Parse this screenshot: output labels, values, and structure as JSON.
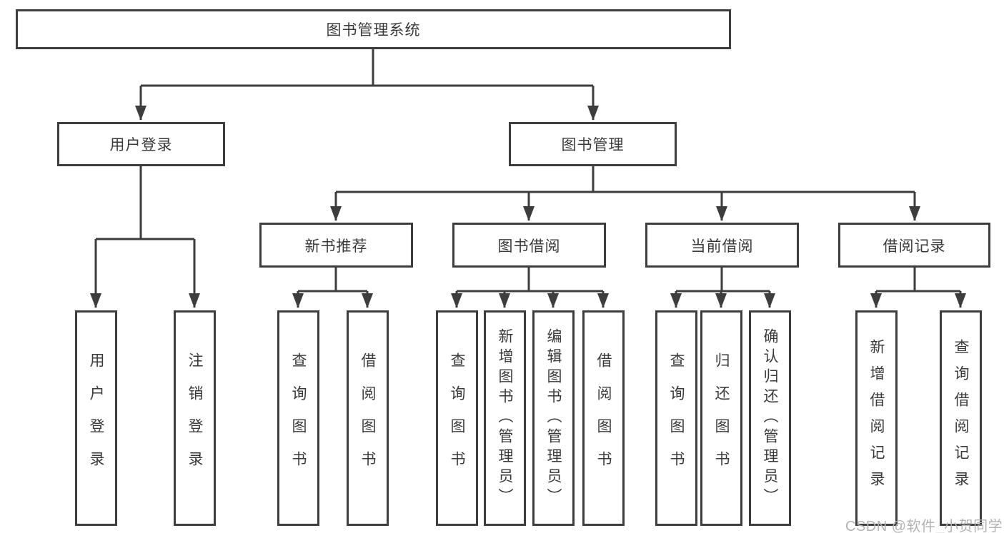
{
  "diagram_type": "hierarchy-tree",
  "tree": {
    "label": "图书管理系统",
    "children": [
      {
        "label": "用户登录",
        "children": [
          {
            "label": "用户登录"
          },
          {
            "label": "注销登录"
          }
        ]
      },
      {
        "label": "图书管理",
        "children": [
          {
            "label": "新书推荐",
            "children": [
              {
                "label": "查询图书"
              },
              {
                "label": "借阅图书"
              }
            ]
          },
          {
            "label": "图书借阅",
            "children": [
              {
                "label": "查询图书"
              },
              {
                "label": "新增图书（管理员）"
              },
              {
                "label": "编辑图书（管理员）"
              },
              {
                "label": "借阅图书"
              }
            ]
          },
          {
            "label": "当前借阅",
            "children": [
              {
                "label": "查询图书"
              },
              {
                "label": "归还图书"
              },
              {
                "label": "确认归还（管理员）"
              }
            ]
          },
          {
            "label": "借阅记录",
            "children": [
              {
                "label": "新增借阅记录"
              },
              {
                "label": "查询借阅记录"
              }
            ]
          }
        ]
      }
    ]
  },
  "watermark": "CSDN @软件_小贺同学",
  "colors": {
    "line": "#3d3d3d",
    "text": "#3a3a3a",
    "background": "#ffffff",
    "watermark": "#b3b3b3"
  }
}
